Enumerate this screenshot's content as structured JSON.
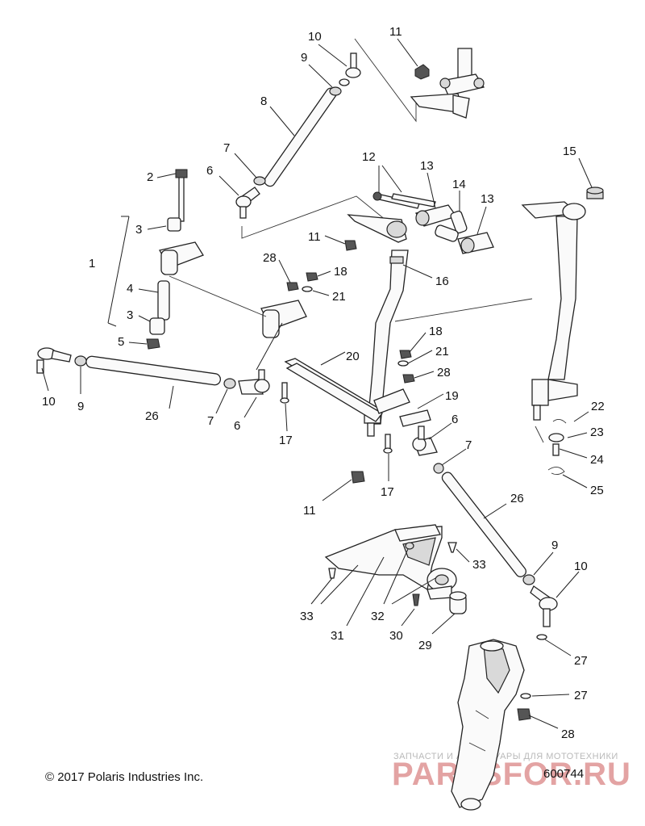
{
  "callouts": [
    {
      "id": "c10a",
      "text": "10"
    },
    {
      "id": "c11a",
      "text": "11"
    },
    {
      "id": "c9a",
      "text": "9"
    },
    {
      "id": "c8",
      "text": "8"
    },
    {
      "id": "c7a",
      "text": "7"
    },
    {
      "id": "c6a",
      "text": "6"
    },
    {
      "id": "c2",
      "text": "2"
    },
    {
      "id": "c3a",
      "text": "3"
    },
    {
      "id": "c1",
      "text": "1"
    },
    {
      "id": "c4",
      "text": "4"
    },
    {
      "id": "c3b",
      "text": "3"
    },
    {
      "id": "c5",
      "text": "5"
    },
    {
      "id": "c10b",
      "text": "10"
    },
    {
      "id": "c9b",
      "text": "9"
    },
    {
      "id": "c26a",
      "text": "26"
    },
    {
      "id": "c7b",
      "text": "7"
    },
    {
      "id": "c6b",
      "text": "6"
    },
    {
      "id": "c12",
      "text": "12"
    },
    {
      "id": "c13a",
      "text": "13"
    },
    {
      "id": "c14",
      "text": "14"
    },
    {
      "id": "c13b",
      "text": "13"
    },
    {
      "id": "c15",
      "text": "15"
    },
    {
      "id": "c11b",
      "text": "11"
    },
    {
      "id": "c28a",
      "text": "28"
    },
    {
      "id": "c18a",
      "text": "18"
    },
    {
      "id": "c21a",
      "text": "21"
    },
    {
      "id": "c16",
      "text": "16"
    },
    {
      "id": "c18b",
      "text": "18"
    },
    {
      "id": "c21b",
      "text": "21"
    },
    {
      "id": "c20",
      "text": "20"
    },
    {
      "id": "c28b",
      "text": "28"
    },
    {
      "id": "c19",
      "text": "19"
    },
    {
      "id": "c17a",
      "text": "17"
    },
    {
      "id": "c6c",
      "text": "6"
    },
    {
      "id": "c22",
      "text": "22"
    },
    {
      "id": "c23",
      "text": "23"
    },
    {
      "id": "c7c",
      "text": "7"
    },
    {
      "id": "c24",
      "text": "24"
    },
    {
      "id": "c17b",
      "text": "17"
    },
    {
      "id": "c11c",
      "text": "11"
    },
    {
      "id": "c25",
      "text": "25"
    },
    {
      "id": "c26b",
      "text": "26"
    },
    {
      "id": "c33a",
      "text": "33"
    },
    {
      "id": "c9c",
      "text": "9"
    },
    {
      "id": "c10c",
      "text": "10"
    },
    {
      "id": "c33b",
      "text": "33"
    },
    {
      "id": "c32",
      "text": "32"
    },
    {
      "id": "c30",
      "text": "30"
    },
    {
      "id": "c31",
      "text": "31"
    },
    {
      "id": "c29",
      "text": "29"
    },
    {
      "id": "c27a",
      "text": "27"
    },
    {
      "id": "c27b",
      "text": "27"
    },
    {
      "id": "c28c",
      "text": "28"
    }
  ],
  "footer": {
    "copyright": "© 2017 Polaris Industries Inc.",
    "figure_number": "600744"
  },
  "watermark": {
    "tagline": "ЗАПЧАСТИ И АКСЕССУАРЫ ДЛЯ МОТОТЕХНИКИ",
    "logo": "PARTSFOR.RU"
  },
  "colors": {
    "line": "#222222",
    "watermark_logo": "#e3a3a3",
    "watermark_text": "#b9b9b9"
  }
}
